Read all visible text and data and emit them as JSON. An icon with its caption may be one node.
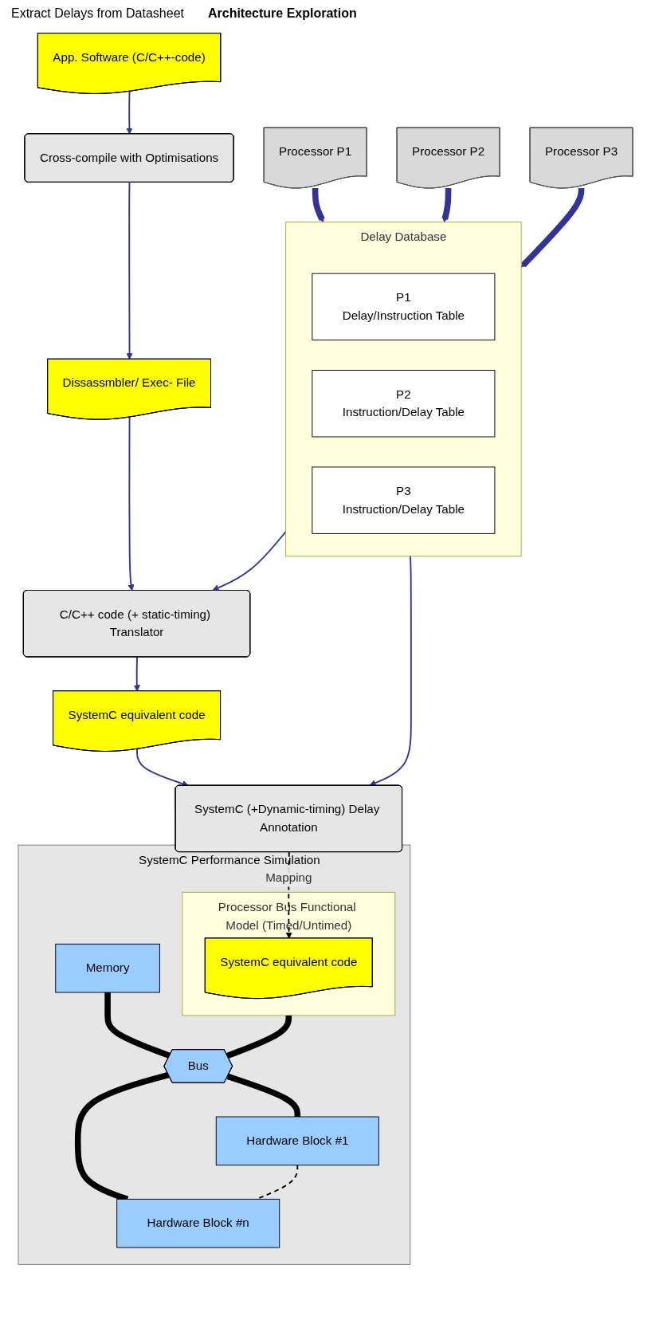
{
  "diagram": {
    "nodes": [
      {
        "text": [
          "App. Software (C/C++-code)"
        ]
      },
      {
        "text": [
          "Cross-compile with Optimisations"
        ]
      },
      {
        "text": [
          "Dissassmbler/ Exec- File"
        ]
      },
      {
        "text": [
          "C/C++ code (+ static-timing) Translator"
        ]
      },
      {
        "text": [
          "SystemC equivalent code"
        ]
      },
      {
        "text": [
          "SystemC (+Dynamic-timing) Delay Annotation"
        ]
      },
      {
        "text": [
          "Processor P1"
        ]
      },
      {
        "text": [
          "Processor P2"
        ]
      },
      {
        "text": [
          "Processor P3"
        ]
      },
      {
        "text": [
          "Delay Database"
        ]
      },
      {
        "text": [
          "P1",
          "Delay/Instruction Table"
        ],
        "in": 9
      },
      {
        "text": [
          "P2",
          "Instruction/Delay Table"
        ],
        "in": 9
      },
      {
        "text": [
          "P3",
          "Instruction/Delay Table"
        ],
        "in": 9
      },
      {
        "text": [
          "SystemC Performance Simulation"
        ]
      },
      {
        "text": [
          "Processor Bus Functional Model (Timed/Untimed)"
        ],
        "in": 13
      },
      {
        "text": [
          "SystemC equivalent code"
        ],
        "in": 14
      },
      {
        "text": [
          "Memory"
        ],
        "in": 13
      },
      {
        "text": [
          "Bus"
        ],
        "in": 13
      },
      {
        "text": [
          "Hardware Block #1"
        ],
        "in": 13
      },
      {
        "text": [
          "Hardware Block #n"
        ],
        "in": 13
      }
    ],
    "edges": [
      {
        "from": 0,
        "to": 1,
        "arrow": "to"
      },
      {
        "from": 1,
        "to": 2,
        "arrow": "to"
      },
      {
        "from": 2,
        "to": 3,
        "arrow": "to"
      },
      {
        "from": 3,
        "to": 4,
        "arrow": "to"
      },
      {
        "from": 4,
        "to": 5,
        "arrow": "to"
      },
      {
        "from": 6,
        "to": 9,
        "arrow": "to",
        "style": "thick"
      },
      {
        "from": 7,
        "to": 9,
        "arrow": "to",
        "style": "thick"
      },
      {
        "from": 8,
        "to": 9,
        "arrow": "to",
        "style": "thick"
      },
      {
        "from": 9,
        "to": 3,
        "arrow": "to"
      },
      {
        "from": 9,
        "to": 5,
        "arrow": "to"
      },
      {
        "from": 5,
        "to": 15,
        "arrow": "to",
        "label": "Mapping",
        "style": "dashed",
        "color": "#000000"
      },
      {
        "from": 14,
        "to": 17,
        "arrow": "none",
        "style": "thick",
        "color": "#000000"
      },
      {
        "from": 16,
        "to": 17,
        "arrow": "none",
        "style": "thick",
        "color": "#000000"
      },
      {
        "from": 17,
        "to": 18,
        "arrow": "none",
        "style": "thick",
        "color": "#000000"
      },
      {
        "from": 17,
        "to": 19,
        "arrow": "none",
        "style": "thick",
        "color": "#000000"
      },
      {
        "from": 18,
        "to": 19,
        "arrow": "none",
        "style": "dashed",
        "color": "#000000"
      }
    ],
    "labels": [
      "Extract Delays from Datasheet",
      "Architecture Exploration"
    ]
  }
}
